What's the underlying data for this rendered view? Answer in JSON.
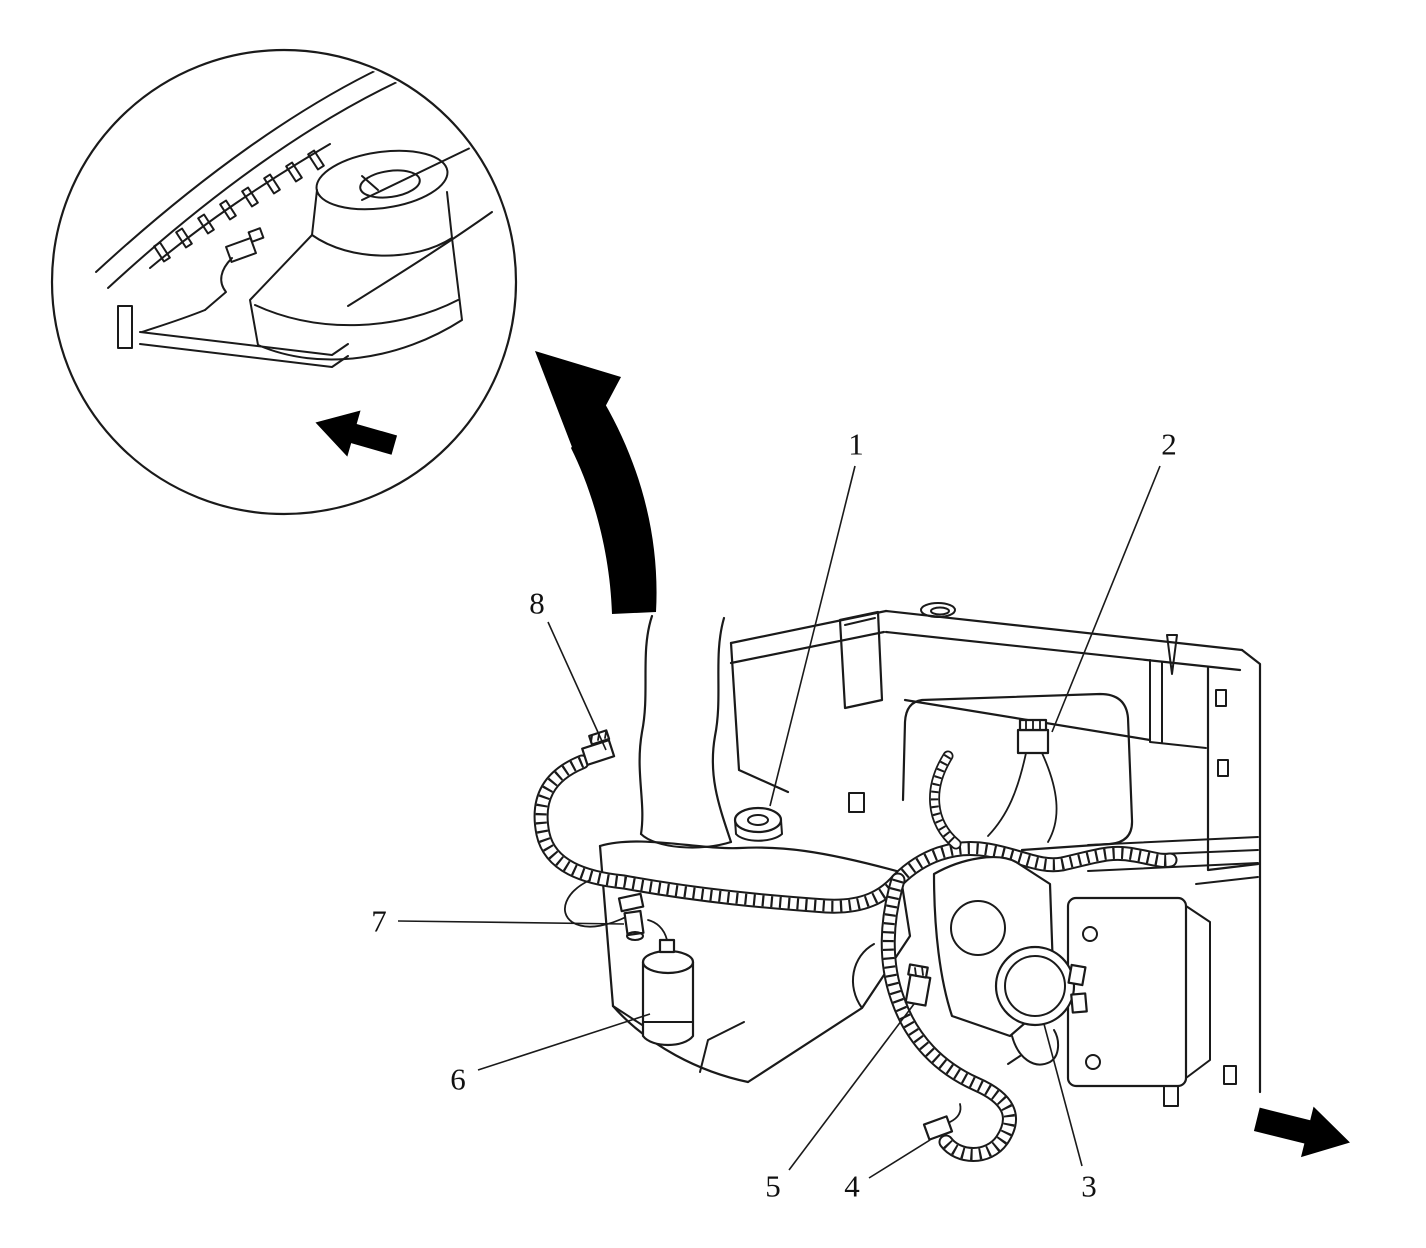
{
  "figure": {
    "background_color": "#ffffff",
    "line_color": "#1a1a1a",
    "arrow_color": "#000000",
    "callouts": [
      {
        "label": "1"
      },
      {
        "label": "2"
      },
      {
        "label": "3"
      },
      {
        "label": "4"
      },
      {
        "label": "5"
      },
      {
        "label": "6"
      },
      {
        "label": "7"
      },
      {
        "label": "8"
      }
    ],
    "icons": [
      {
        "name": "detail-inset-circle"
      },
      {
        "name": "curved-zoom-arrow"
      },
      {
        "name": "inset-direction-arrow"
      },
      {
        "name": "view-direction-arrow"
      }
    ]
  }
}
